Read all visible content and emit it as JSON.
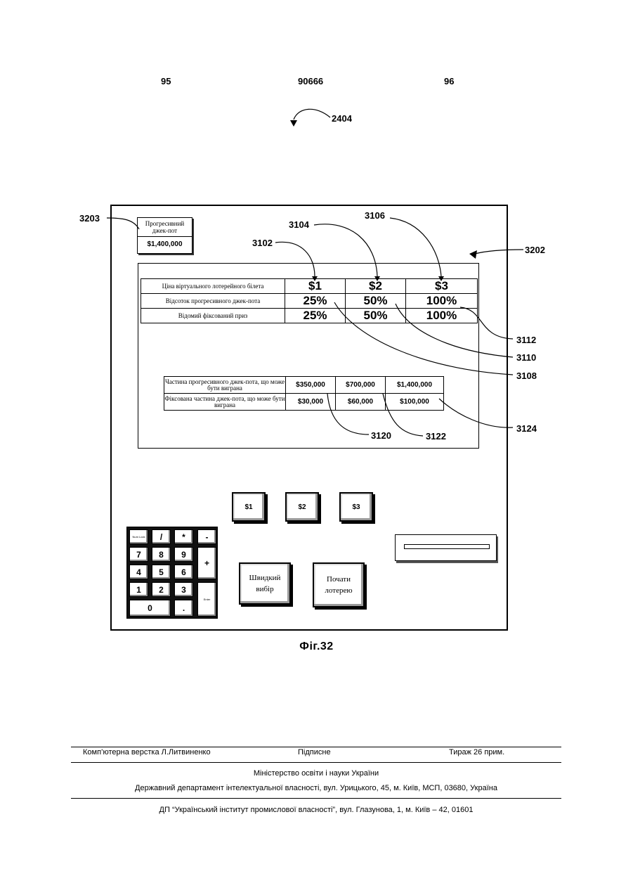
{
  "header": {
    "left_page": "95",
    "patent_number": "90666",
    "right_page": "96"
  },
  "refs": {
    "r2404": "2404",
    "r3203": "3203",
    "r3202": "3202",
    "r3102": "3102",
    "r3104": "3104",
    "r3106": "3106",
    "r3112": "3112",
    "r3110": "3110",
    "r3108": "3108",
    "r3120": "3120",
    "r3122": "3122",
    "r3124": "3124"
  },
  "jackpot": {
    "title": "Прогресивний джек-пот",
    "value": "$1,400,000"
  },
  "ticket_table": {
    "rows": [
      {
        "label": "Ціна віртуального лотерейного білета",
        "values": [
          "$1",
          "$2",
          "$3"
        ]
      },
      {
        "label": "Відсоток прогресивного джек-пота",
        "values": [
          "25%",
          "50%",
          "100%"
        ]
      },
      {
        "label": "Відомий фіксований приз",
        "values": [
          "25%",
          "50%",
          "100%"
        ]
      }
    ]
  },
  "prize_table": {
    "rows": [
      {
        "label": "Частина прогресивного джек-пота, що може бути виграна",
        "values": [
          "$350,000",
          "$700,000",
          "$1,400,000"
        ]
      },
      {
        "label": "Фіксована частина джек-пота, що може бути виграна",
        "values": [
          "$30,000",
          "$60,000",
          "$100,000"
        ]
      }
    ]
  },
  "buttons": {
    "b1": "$1",
    "b2": "$2",
    "b3": "$3",
    "quick_pick": "Швидкий вибір",
    "start_lottery": "Почати лотерею"
  },
  "numpad": {
    "numlock": "Num Lock",
    "slash": "/",
    "star": "*",
    "minus": "-",
    "k7": "7",
    "k8": "8",
    "k9": "9",
    "plus": "+",
    "k4": "4",
    "k5": "5",
    "k6": "6",
    "k1": "1",
    "k2": "2",
    "k3": "3",
    "enter": "Enter",
    "k0": "0",
    "dot": "."
  },
  "caption": "Фіг.32",
  "footer": {
    "layout": "Комп’ютерна верстка Л.Литвиненко",
    "signed": "Підписне",
    "circulation": "Тираж 26 прим.",
    "ministry": "Міністерство освіти і науки України",
    "department": "Державний департамент інтелектуальної власності, вул. Урицького, 45, м. Київ, МСП, 03680, Україна",
    "institute": "ДП “Український інститут промислової власності”, вул. Глазунова, 1, м. Київ – 42, 01601"
  }
}
